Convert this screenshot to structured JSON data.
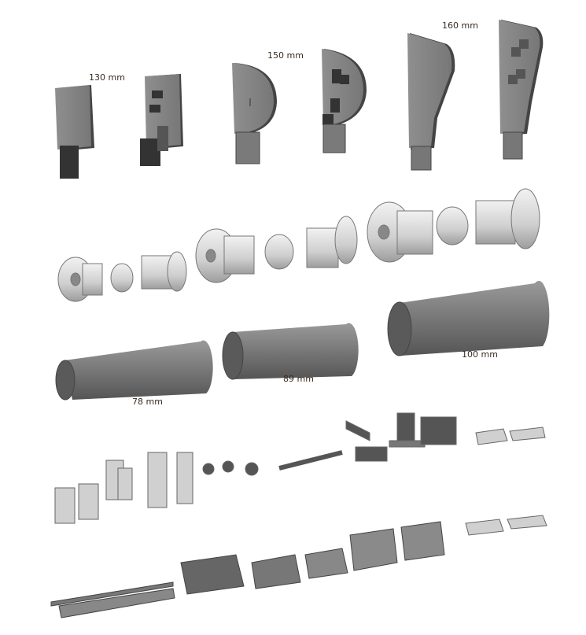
{
  "labels": {
    "end_plate_small": "130 mm",
    "end_plate_medium": "150 mm",
    "end_plate_large": "160 mm",
    "tube_small": "78 mm",
    "tube_medium": "89 mm",
    "tube_large": "100 mm"
  },
  "colors": {
    "part_dark": "#5e5e5e",
    "part_mid": "#8a8a8a",
    "part_light": "#d4d4d4",
    "label_text": "#3a2a1e"
  }
}
